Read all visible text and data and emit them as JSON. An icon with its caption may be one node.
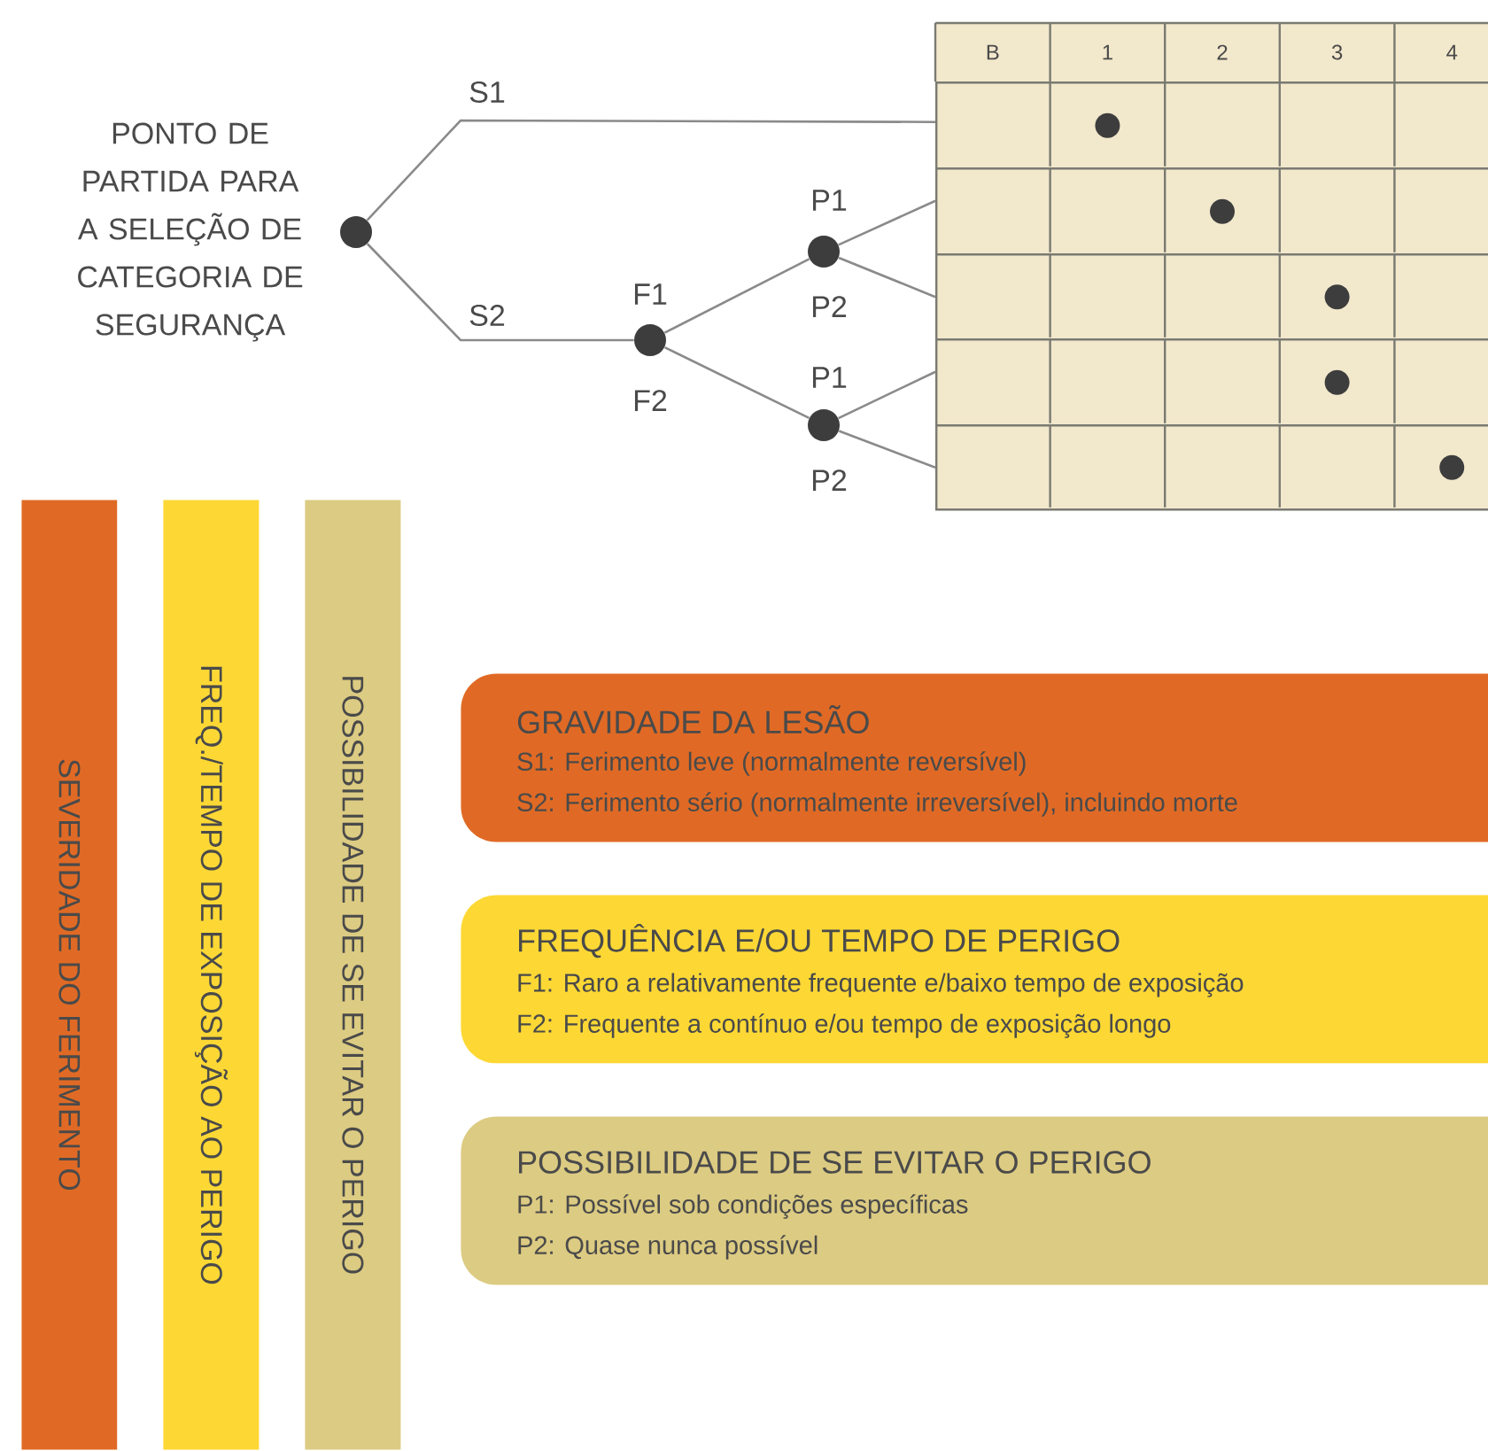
{
  "diagram": {
    "nodes": [
      {
        "text": [],
        "shape": "circle",
        "beside": [
          "PONTO DE PARTIDA PARA A SELEÇÃO DE CATEGORIA DE SEGURANÇA"
        ]
      },
      {
        "text": [],
        "shape": "circle"
      },
      {
        "text": [],
        "shape": "circle"
      },
      {
        "text": [],
        "shape": "circle"
      },
      {
        "text": [],
        "shape": "box"
      },
      {
        "text": [],
        "shape": "box"
      },
      {
        "text": [],
        "shape": "box"
      },
      {
        "text": [],
        "shape": "box"
      },
      {
        "text": [],
        "shape": "box"
      },
      {
        "text": [],
        "shape": "circle",
        "in": 4
      },
      {
        "text": [],
        "shape": "circle",
        "in": 5
      },
      {
        "text": [],
        "shape": "circle",
        "in": 6
      },
      {
        "text": [],
        "shape": "circle",
        "in": 7
      },
      {
        "text": [],
        "shape": "circle",
        "in": 8
      },
      {
        "text": [
          "SEVERIDADE DO FERIMENTO"
        ]
      },
      {
        "text": [
          "FREQ./TEMPO DE EXPOSIÇÃO AO PERIGO"
        ]
      },
      {
        "text": [
          "POSSIBILIDADE DE SE EVITAR O PERIGO"
        ]
      },
      {
        "text": [
          "GRAVIDADE DA LESÃO",
          "S1: Ferimento leve (normalmente reversível)",
          "S2: Ferimento sério (normalmente irreversível), incluindo morte"
        ]
      },
      {
        "text": [
          "FREQUÊNCIA E/OU TEMPO DE PERIGO",
          "F1: Raro a relativamente frequente e/baixo tempo de exposição",
          "F2: Frequente a contínuo e/ou tempo de exposição longo"
        ]
      },
      {
        "text": [
          "POSSIBILIDADE DE SE EVITAR O PERIGO",
          "P1: Possível sob condições específicas",
          "P2: Quase nunca possível"
        ]
      }
    ],
    "edges": [
      {
        "from": 0,
        "to": 4,
        "arrow": "none",
        "label": "S1"
      },
      {
        "from": 0,
        "to": 1,
        "arrow": "none",
        "label": "S2"
      },
      {
        "from": 1,
        "to": 2,
        "arrow": "none",
        "label": "F1"
      },
      {
        "from": 1,
        "to": 3,
        "arrow": "none",
        "label": "F2"
      },
      {
        "from": 2,
        "to": 5,
        "arrow": "none",
        "label": "P1"
      },
      {
        "from": 2,
        "to": 6,
        "arrow": "none",
        "label": "P2"
      },
      {
        "from": 3,
        "to": 7,
        "arrow": "none",
        "label": "P1"
      },
      {
        "from": 3,
        "to": 8,
        "arrow": "none",
        "label": "P2"
      }
    ],
    "labels": [
      "B",
      "1",
      "2",
      "3",
      "4"
    ]
  }
}
